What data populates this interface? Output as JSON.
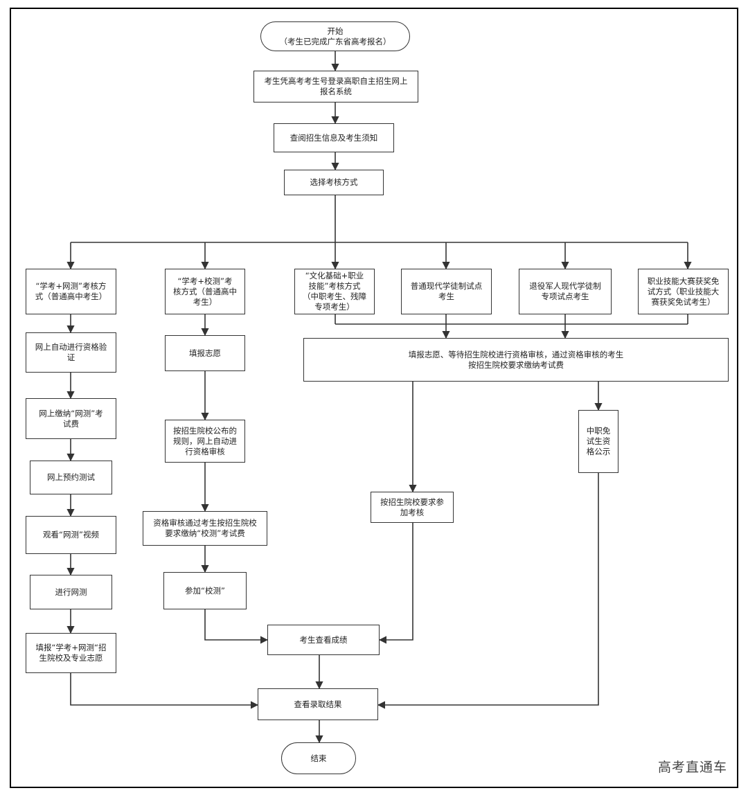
{
  "nodes": {
    "start": "开始\n（考生已完成广东省高考报名）",
    "login": "考生凭高考考生号登录高职自主招生网上\n报名系统",
    "review_info": "查阅招生信息及考生须知",
    "choose_method": "选择考核方式",
    "method_xuekao_wangce": "“学考+网测”考核方\n式（普通高中考生）",
    "method_xuekao_xiaoce": "“学考+校测”考\n核方式（普通高中\n考生）",
    "method_wenhua": "“文化基础+职业\n技能”考核方式\n（中职考生、残障\n专项考生）",
    "method_xiandai": "普通现代学徒制试点\n考生",
    "method_tuiyi": "退役军人现代学徒制\n专项试点考生",
    "method_jineng": "职业技能大赛获奖免\n试方式（职业技能大\n赛获奖免试考生）",
    "auto_verify": "网上自动进行资格验\n证",
    "pay_wangce": "网上缴纳“网测”考\n试费",
    "book_test": "网上预约测试",
    "watch_video": "观看“网测”视频",
    "do_wangce": "进行网测",
    "fill_xuekao_wangce": "填报“学考+网测“招\n生院校及专业志愿",
    "fill_zhiyuan": "填报志愿",
    "auto_review": "按招生院校公布的\n规则，网上自动进\n行资格审核",
    "pay_xiaoce": "资格审核通过考生按招生院校\n要求缴纳“校测”考试费",
    "join_xiaoce": "参加“校测”",
    "fill_wait_pay": "填报志愿、等待招生院校进行资格审核，通过资格审核的考生\n按招生院校要求缴纳考试费",
    "join_exam": "按招生院校要求参\n加考核",
    "zhongzhi_publicity": "中职免\n试生资\n格公示",
    "check_score": "考生查看成绩",
    "check_result": "查看录取结果",
    "end": "结束"
  },
  "watermark": "高考直通车"
}
